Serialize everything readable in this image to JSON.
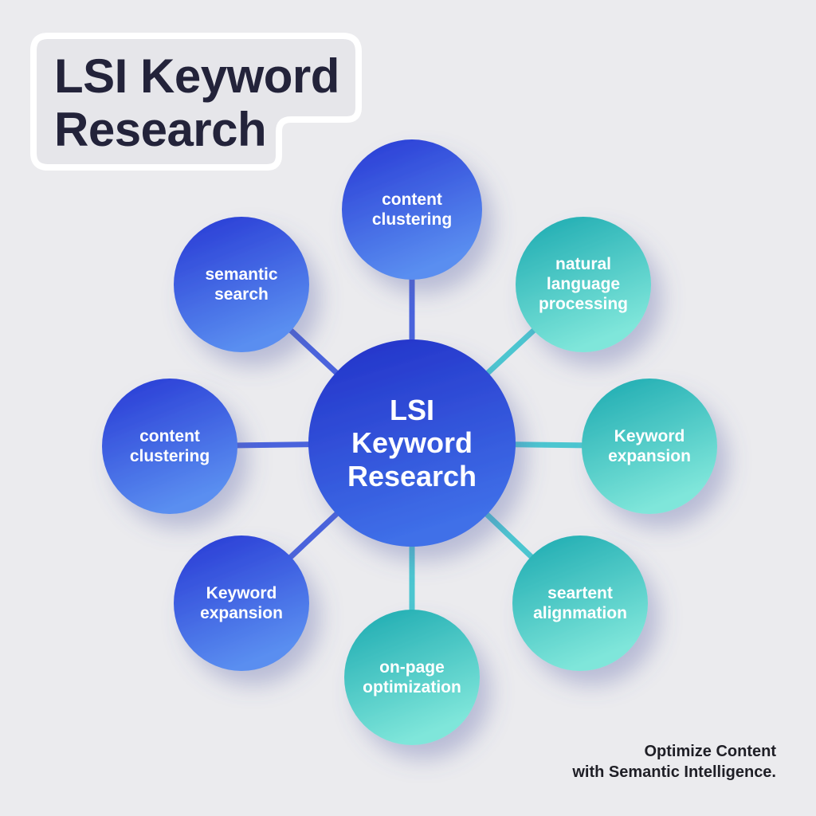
{
  "title": {
    "line1": "LSI Keyword",
    "line2": "Research"
  },
  "center": {
    "label": "LSI\nKeyword\nResearch"
  },
  "nodes": [
    {
      "label": "content\nclustering",
      "color": "blue"
    },
    {
      "label": "natural\nlanguage\nprocessing",
      "color": "teal"
    },
    {
      "label": "Keyword\nexpansion",
      "color": "teal"
    },
    {
      "label": "seartent\nalignmation",
      "color": "teal"
    },
    {
      "label": "on-page\noptimization",
      "color": "teal"
    },
    {
      "label": "Keyword\nexpansion",
      "color": "blue"
    },
    {
      "label": "content\nclustering",
      "color": "blue"
    },
    {
      "label": "semantic\nsearch",
      "color": "blue"
    }
  ],
  "tagline": {
    "line1": "Optimize Content",
    "line2": "with Semantic Intelligence."
  },
  "colors": {
    "blue_dark": "#2637d4",
    "blue_light": "#5a8ef0",
    "teal_dark": "#1aa9b0",
    "teal_light": "#7fe6da",
    "text_dark": "#23233a",
    "background": "#ebebee"
  }
}
